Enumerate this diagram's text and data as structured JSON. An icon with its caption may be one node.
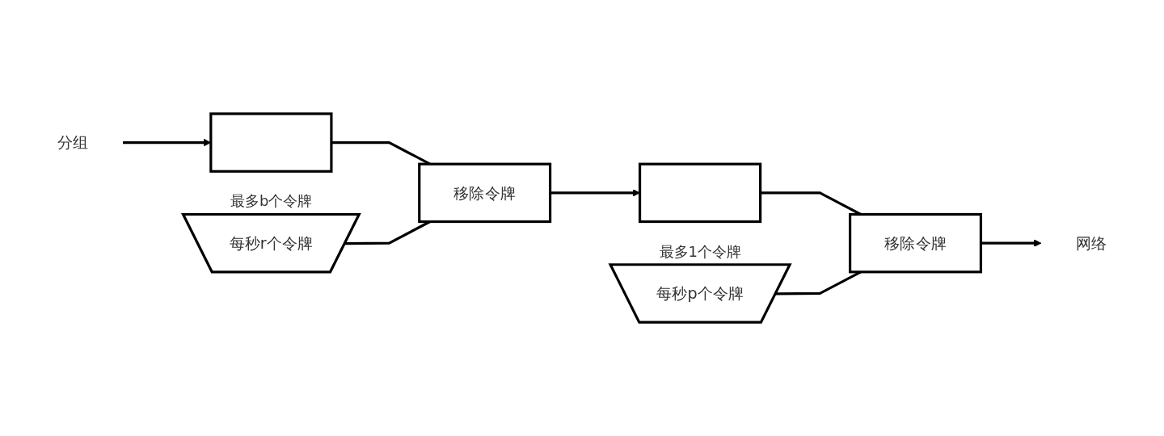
{
  "diagram": {
    "nodes": [
      {
        "text": [
          "分组"
        ]
      },
      {
        "text": [],
        "shape": "box"
      },
      {
        "text": [
          "每秒r个令牌"
        ],
        "beside": [
          "最多b个令牌"
        ]
      },
      {
        "text": [
          "移除令牌"
        ]
      },
      {
        "text": [],
        "shape": "box"
      },
      {
        "text": [
          "每秒p个令牌"
        ],
        "beside": [
          "最多1个令牌"
        ]
      },
      {
        "text": [
          "移除令牌"
        ]
      },
      {
        "text": [
          "网络"
        ]
      }
    ],
    "edges": [
      {
        "from": 0,
        "to": 1,
        "arrow": "to"
      },
      {
        "from": 1,
        "to": 3,
        "arrow": "none"
      },
      {
        "from": 2,
        "to": 3,
        "arrow": "none"
      },
      {
        "from": 3,
        "to": 4,
        "arrow": "to"
      },
      {
        "from": 4,
        "to": 6,
        "arrow": "none"
      },
      {
        "from": 5,
        "to": 6,
        "arrow": "none"
      },
      {
        "from": 6,
        "to": 7,
        "arrow": "to"
      }
    ]
  }
}
